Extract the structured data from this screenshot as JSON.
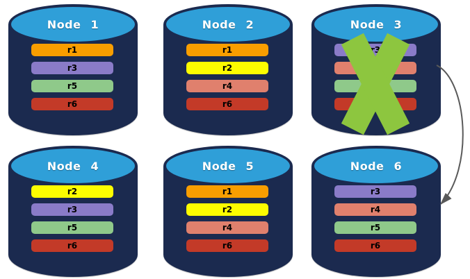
{
  "diagram": {
    "title": "replicated database nodes with failed node and failover arrow",
    "background": "#ffffff"
  },
  "colors": {
    "cylinder_body": "#1b2a4f",
    "cylinder_top": "#2f9fd8",
    "node_label_text": "#ffffff",
    "bar_text": "#000000",
    "failure_x": "#8dc63f",
    "arrow": "#595959",
    "replicas": {
      "r1": "#f99e00",
      "r2": "#fdfd00",
      "r3": "#8a7bc8",
      "r4": "#e0806d",
      "r5": "#8fc98a",
      "r6": "#c33a28"
    }
  },
  "nodes": [
    {
      "label": "Node 1",
      "replicas": [
        "r1",
        "r3",
        "r5",
        "r6"
      ],
      "failed": false
    },
    {
      "label": "Node 2",
      "replicas": [
        "r1",
        "r2",
        "r4",
        "r6"
      ],
      "failed": false
    },
    {
      "label": "Node 3",
      "replicas": [
        "r3",
        "r4",
        "r5",
        "r6"
      ],
      "failed": true
    },
    {
      "label": "Node 4",
      "replicas": [
        "r2",
        "r3",
        "r5",
        "r6"
      ],
      "failed": false
    },
    {
      "label": "Node 5",
      "replicas": [
        "r1",
        "r2",
        "r4",
        "r6"
      ],
      "failed": false
    },
    {
      "label": "Node 6",
      "replicas": [
        "r3",
        "r4",
        "r5",
        "r6"
      ],
      "failed": false
    }
  ],
  "arrow": {
    "from": "Node 3",
    "to": "Node 6"
  },
  "icons": {
    "failure_icon": "green-x-cross",
    "arrow_icon": "curved-failover-arrow"
  }
}
